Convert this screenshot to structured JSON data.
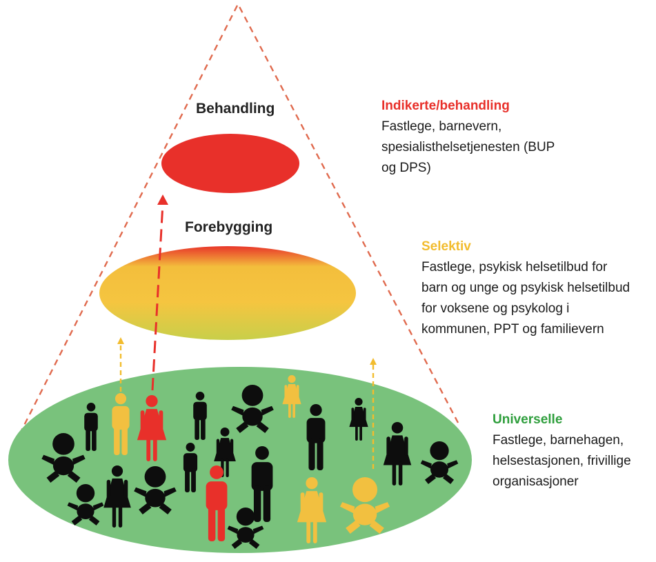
{
  "levels": {
    "top": "Behandling",
    "middle": "Forebygging"
  },
  "tiers": {
    "indicated": {
      "heading": "Indikerte/behandling",
      "lines": [
        "Fastlege, barnevern,",
        "spesialisthelsetjenesten (BUP",
        "og DPS)"
      ],
      "color": "#e8302a"
    },
    "selective": {
      "heading": "Selektiv",
      "lines": [
        "Fastlege, psykisk helsetilbud for",
        "barn og unge og psykisk helsetilbud",
        "for voksene og psykolog i",
        "kommunen, PPT og familievern"
      ],
      "color": "#f2bc2e"
    },
    "universal": {
      "heading": "Universelle",
      "lines": [
        "Fastlege, barnehagen,",
        "helsestasjonen, frivillige",
        "organisasjoner"
      ],
      "color": "#2e9e3c"
    }
  },
  "colors": {
    "red": "#e8302a",
    "yellow": "#f2c040",
    "green": "#79c27c",
    "black": "#0d0d0d",
    "pyramid_dash": "#e06a4e"
  },
  "icons": [
    "person-icon",
    "woman-icon",
    "baby-icon"
  ]
}
